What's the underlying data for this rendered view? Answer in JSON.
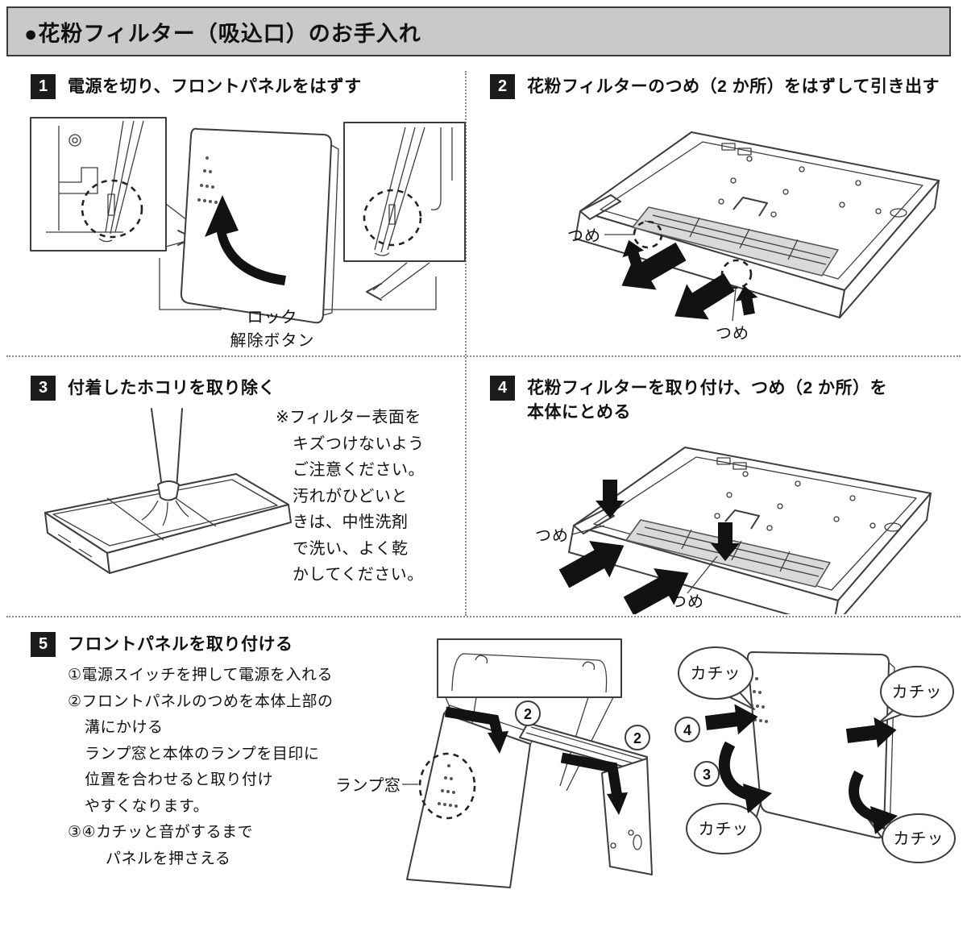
{
  "header": {
    "title": "●花粉フィルター（吸込口）のお手入れ"
  },
  "colors": {
    "header_bg": "#c9c9c9",
    "badge_bg": "#1b1b1b",
    "line_art": "#3d3d3d",
    "filter_shade": "#d9d9d9",
    "arrow": "#121212"
  },
  "steps": {
    "s1": {
      "num": "1",
      "title": "電源を切り、フロントパネルをはずす",
      "lock_label_1": "ロック",
      "lock_label_2": "解除ボタン"
    },
    "s2": {
      "num": "2",
      "title": "花粉フィルターのつめ（2 か所）をはずして引き出す",
      "tab_label": "つめ"
    },
    "s3": {
      "num": "3",
      "title": "付着したホコリを取り除く",
      "note_lines": [
        "※フィルター表面を",
        "キズつけないよう",
        "ご注意ください。",
        "汚れがひどいと",
        "きは、中性洗剤",
        "で洗い、よく乾",
        "かしてください。"
      ]
    },
    "s4": {
      "num": "4",
      "title_line1": "花粉フィルターを取り付け、つめ（2 か所）を",
      "title_line2": "本体にとめる",
      "tab_label": "つめ"
    },
    "s5": {
      "num": "5",
      "title": "フロントパネルを取り付ける",
      "instruction_lines": [
        "①電源スイッチを押して電源を入れる",
        "②フロントパネルのつめを本体上部の",
        "溝にかける",
        "ランプ窓と本体のランプを目印に",
        "位置を合わせると取り付け",
        "やすくなります。",
        "③④カチッと音がするまで",
        "パネルを押さえる"
      ],
      "lamp_window_label": "ランプ窓",
      "click_label": "カチッ",
      "step2_num": "2",
      "step3_num": "3",
      "step4_num": "4"
    }
  }
}
